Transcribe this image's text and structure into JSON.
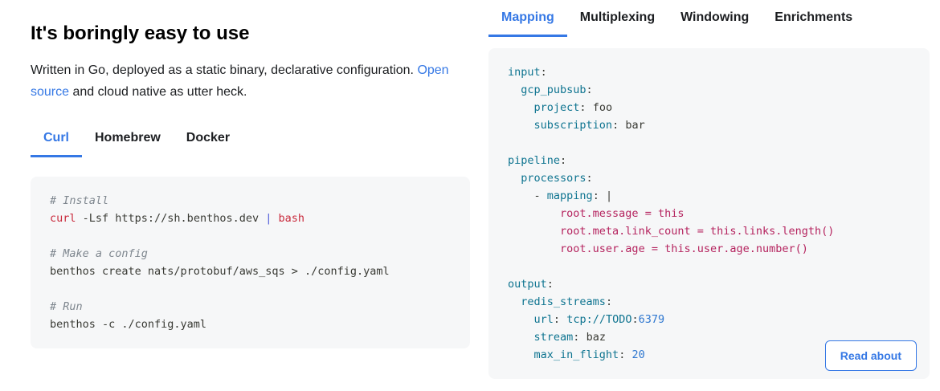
{
  "colors": {
    "accent_blue": "#3578e5",
    "text": "#1c1e21",
    "code_background": "#f6f7f8",
    "comment_gray": "#7f878f",
    "command_red": "#c92a3c",
    "mapping_crimson": "#b5245f",
    "yaml_key_teal": "#0e7490",
    "number_blue": "#2e77d0"
  },
  "left": {
    "heading": "It's boringly easy to use",
    "description": {
      "text_before_link": "Written in Go, deployed as a static binary, declarative configuration. ",
      "link_text": "Open source",
      "text_after_link": " and cloud native as utter heck."
    },
    "tabs": [
      {
        "label": "Curl",
        "active": true
      },
      {
        "label": "Homebrew",
        "active": false
      },
      {
        "label": "Docker",
        "active": false
      }
    ],
    "code_lines": [
      [
        {
          "t": "# Install",
          "c": "comment"
        }
      ],
      [
        {
          "t": "curl",
          "c": "cmd"
        },
        {
          "t": " -Lsf https://sh.benthos.dev ",
          "c": "plain"
        },
        {
          "t": "|",
          "c": "op"
        },
        {
          "t": " ",
          "c": "plain"
        },
        {
          "t": "bash",
          "c": "cmd"
        }
      ],
      [],
      [
        {
          "t": "# Make a config",
          "c": "comment"
        }
      ],
      [
        {
          "t": "benthos create nats/protobuf/aws_sqs > ./config.yaml",
          "c": "plain"
        }
      ],
      [],
      [
        {
          "t": "# Run",
          "c": "comment"
        }
      ],
      [
        {
          "t": "benthos -c ./config.yaml",
          "c": "plain"
        }
      ]
    ]
  },
  "right": {
    "tabs": [
      {
        "label": "Mapping",
        "active": true
      },
      {
        "label": "Multiplexing",
        "active": false
      },
      {
        "label": "Windowing",
        "active": false
      },
      {
        "label": "Enrichments",
        "active": false
      }
    ],
    "code_lines": [
      [
        {
          "t": "input",
          "c": "key"
        },
        {
          "t": ":",
          "c": "plain"
        }
      ],
      [
        {
          "t": "  ",
          "c": "plain"
        },
        {
          "t": "gcp_pubsub",
          "c": "key"
        },
        {
          "t": ":",
          "c": "plain"
        }
      ],
      [
        {
          "t": "    ",
          "c": "plain"
        },
        {
          "t": "project",
          "c": "key"
        },
        {
          "t": ":",
          "c": "plain"
        },
        {
          "t": " foo",
          "c": "plain"
        }
      ],
      [
        {
          "t": "    ",
          "c": "plain"
        },
        {
          "t": "subscription",
          "c": "key"
        },
        {
          "t": ":",
          "c": "plain"
        },
        {
          "t": " bar",
          "c": "plain"
        }
      ],
      [],
      [
        {
          "t": "pipeline",
          "c": "key"
        },
        {
          "t": ":",
          "c": "plain"
        }
      ],
      [
        {
          "t": "  ",
          "c": "plain"
        },
        {
          "t": "processors",
          "c": "key"
        },
        {
          "t": ":",
          "c": "plain"
        }
      ],
      [
        {
          "t": "    - ",
          "c": "plain"
        },
        {
          "t": "mapping",
          "c": "key"
        },
        {
          "t": ":",
          "c": "plain"
        },
        {
          "t": " |",
          "c": "plain"
        }
      ],
      [
        {
          "t": "        ",
          "c": "plain"
        },
        {
          "t": "root.message = this",
          "c": "str"
        }
      ],
      [
        {
          "t": "        ",
          "c": "plain"
        },
        {
          "t": "root.meta.link_count = this.links.length()",
          "c": "str"
        }
      ],
      [
        {
          "t": "        ",
          "c": "plain"
        },
        {
          "t": "root.user.age = this.user.age.number()",
          "c": "str"
        }
      ],
      [],
      [
        {
          "t": "output",
          "c": "key"
        },
        {
          "t": ":",
          "c": "plain"
        }
      ],
      [
        {
          "t": "  ",
          "c": "plain"
        },
        {
          "t": "redis_streams",
          "c": "key"
        },
        {
          "t": ":",
          "c": "plain"
        }
      ],
      [
        {
          "t": "    ",
          "c": "plain"
        },
        {
          "t": "url",
          "c": "key"
        },
        {
          "t": ":",
          "c": "plain"
        },
        {
          "t": " ",
          "c": "plain"
        },
        {
          "t": "tcp://TODO",
          "c": "key"
        },
        {
          "t": ":",
          "c": "plain"
        },
        {
          "t": "6379",
          "c": "num"
        }
      ],
      [
        {
          "t": "    ",
          "c": "plain"
        },
        {
          "t": "stream",
          "c": "key"
        },
        {
          "t": ":",
          "c": "plain"
        },
        {
          "t": " baz",
          "c": "plain"
        }
      ],
      [
        {
          "t": "    ",
          "c": "plain"
        },
        {
          "t": "max_in_flight",
          "c": "key"
        },
        {
          "t": ":",
          "c": "plain"
        },
        {
          "t": " ",
          "c": "plain"
        },
        {
          "t": "20",
          "c": "num"
        }
      ]
    ],
    "button_label": "Read about"
  }
}
